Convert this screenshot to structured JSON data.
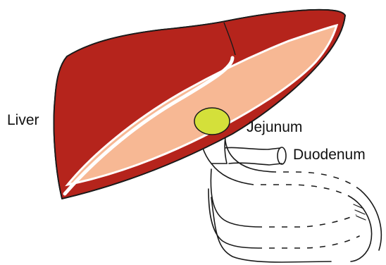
{
  "labels": {
    "liver": "Liver",
    "jejunum": "Jejunum",
    "duodenum": "Duodenum"
  },
  "colors": {
    "liver_dark": "#b5241c",
    "liver_cut_surface": "#f7b894",
    "graft_nodule": "#d4e03a",
    "outline": "#1a1a1a",
    "background": "#ffffff"
  }
}
